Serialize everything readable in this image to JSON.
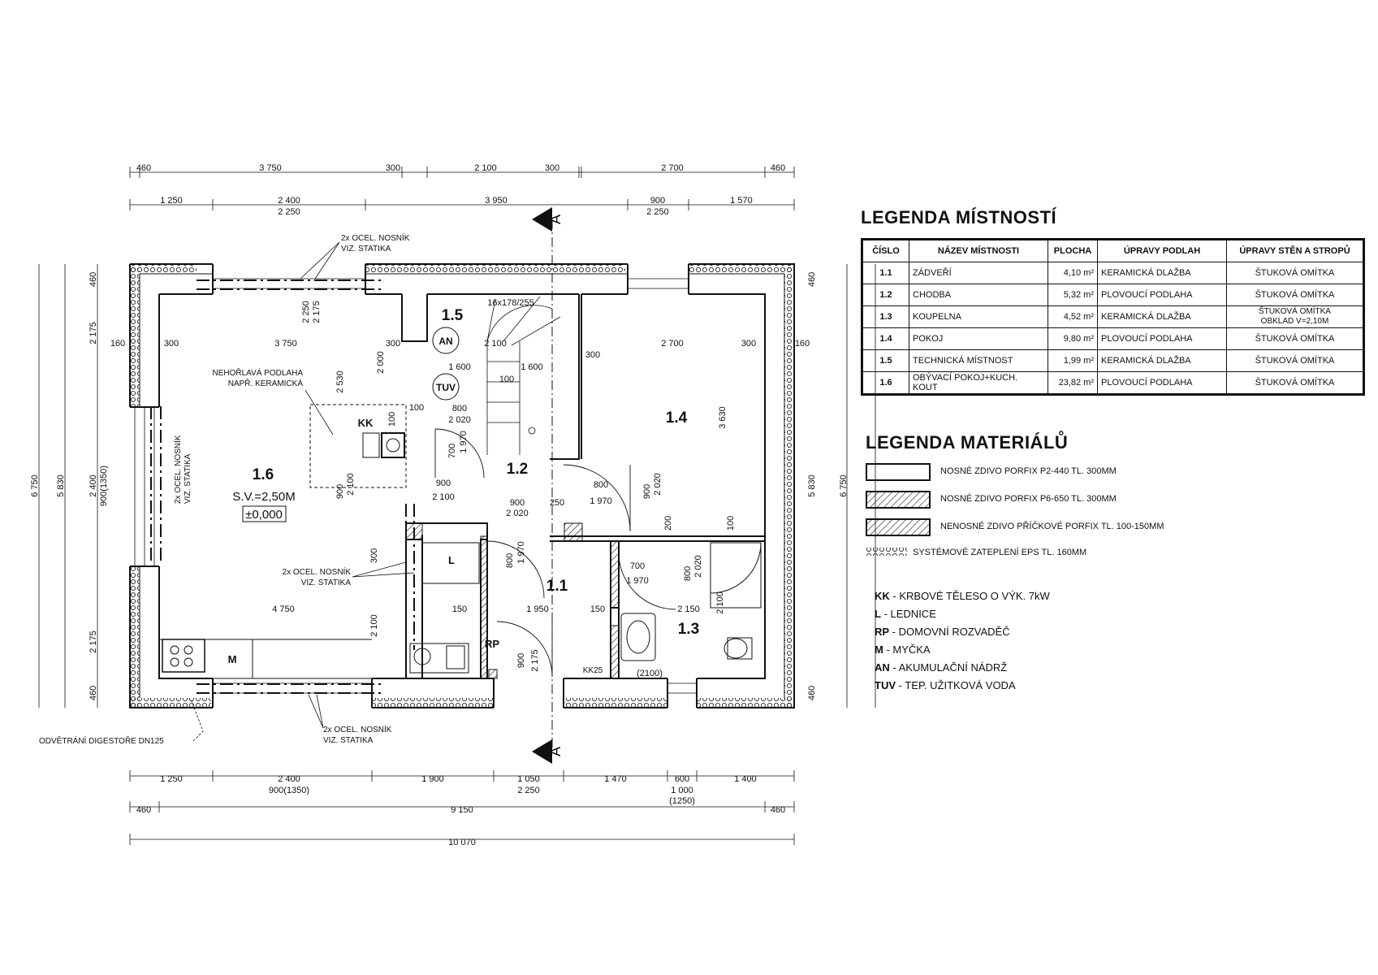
{
  "room_legend": {
    "title": "LEGENDA MÍSTNOSTÍ",
    "headers": [
      "ČÍSLO",
      "NÁZEV MÍSTNOSTI",
      "PLOCHA",
      "ÚPRAVY PODLAH",
      "ÚPRAVY STĚN A STROPŮ"
    ],
    "rows": [
      {
        "num": "1.1",
        "name": "ZÁDVEŘÍ",
        "area": "4,10 m²",
        "floor": "KERAMICKÁ DLAŽBA",
        "walls": "ŠTUKOVÁ OMÍTKA",
        "walls2": ""
      },
      {
        "num": "1.2",
        "name": "CHODBA",
        "area": "5,32 m²",
        "floor": "PLOVOUCÍ PODLAHA",
        "walls": "ŠTUKOVÁ OMÍTKA",
        "walls2": ""
      },
      {
        "num": "1.3",
        "name": "KOUPELNA",
        "area": "4,52 m²",
        "floor": "KERAMICKÁ DLAŽBA",
        "walls": "ŠTUKOVÁ OMÍTKA",
        "walls2": "OBKLAD V=2,10M"
      },
      {
        "num": "1.4",
        "name": "POKOJ",
        "area": "9,80 m²",
        "floor": "PLOVOUCÍ PODLAHA",
        "walls": "ŠTUKOVÁ OMÍTKA",
        "walls2": ""
      },
      {
        "num": "1.5",
        "name": "TECHNICKÁ MÍSTNOST",
        "area": "1,99 m²",
        "floor": "KERAMICKÁ DLAŽBA",
        "walls": "ŠTUKOVÁ OMÍTKA",
        "walls2": ""
      },
      {
        "num": "1.6",
        "name": "OBÝVACÍ POKOJ+KUCH. KOUT",
        "area": "23,82 m²",
        "floor": "PLOVOUCÍ PODLAHA",
        "walls": "ŠTUKOVÁ OMÍTKA",
        "walls2": ""
      }
    ]
  },
  "material_legend": {
    "title": "LEGENDA MATERIÁLŮ",
    "items": [
      {
        "text": "NOSNÉ ZDIVO PORFIX P2-440 TL. 300MM",
        "pattern": "empty"
      },
      {
        "text": "NOSNÉ ZDIVO PORFIX P6-650 TL. 300MM",
        "pattern": "hatch"
      },
      {
        "text": "NENOSNÉ ZDIVO PŘÍČKOVÉ PORFIX TL. 100-150MM",
        "pattern": "hatch"
      },
      {
        "text": "SYSTÉMOVÉ ZATEPLENÍ EPS TL. 160MM",
        "pattern": "insulation"
      }
    ]
  },
  "abbreviations": [
    {
      "code": "KK",
      "text": "KRBOVÉ TĚLESO O VÝK. 7kW"
    },
    {
      "code": "L",
      "text": "LEDNICE"
    },
    {
      "code": "RP",
      "text": "DOMOVNÍ ROZVADĚČ"
    },
    {
      "code": "M",
      "text": "MYČKA"
    },
    {
      "code": "AN",
      "text": "AKUMULAČNÍ NÁDRŽ"
    },
    {
      "code": "TUV",
      "text": "TEP. UŽITKOVÁ VODA"
    }
  ],
  "plan": {
    "rooms": {
      "r11": "1.1",
      "r12": "1.2",
      "r13": "1.3",
      "r14": "1.4",
      "r15": "1.5",
      "r16": "1.6",
      "level_note": "S.V.=2,50M",
      "level": "±0,000"
    },
    "equipment": {
      "kk": "KK",
      "l": "L",
      "m": "M",
      "rp": "RP",
      "an": "AN",
      "tuv": "TUV",
      "kk25": "KK25",
      "d2100": "(2100)"
    },
    "section_mark": "A",
    "stair_label": "16x178/255",
    "notes": {
      "beam_top": [
        "2x OCEL. NOSNÍK",
        "VIZ. STATIKA"
      ],
      "beam_left": [
        "2x OCEL. NOSNÍK",
        "VIZ. STATIKA"
      ],
      "beam_mid": [
        "2x OCEL. NOSNÍK",
        "VIZ. STATIKA"
      ],
      "beam_bottom": [
        "2x OCEL. NOSNÍK",
        "VIZ. STATIKA"
      ],
      "floor": [
        "NEHOŘLAVÁ PODLAHA",
        "NAPŘ. KERAMICKÁ"
      ],
      "vent": "ODVĚTRÁNÍ DIGESTOŘE DN125"
    },
    "dims": {
      "top1": [
        "460",
        "3 750",
        "300",
        "2 100",
        "300",
        "2 700",
        "460"
      ],
      "top2": [
        "1 250",
        "2 400",
        "3 950",
        "900",
        "1 570"
      ],
      "top2_sub": [
        "2 250",
        "2 250"
      ],
      "bot1": [
        "1 250",
        "2 400",
        "1 900",
        "1 050",
        "1 470",
        "600",
        "1 400"
      ],
      "bot1_sub": [
        "900(1350)",
        "2 250",
        "1 000",
        "(1250)"
      ],
      "bot2": [
        "460",
        "9 150",
        "460"
      ],
      "bot3": "10 070",
      "left_outer": "6 750",
      "left_mid": "5 830",
      "left_inner": [
        "460",
        "2 175",
        "2 400",
        "900(1350)",
        "2 175",
        "460"
      ],
      "right_inner": [
        "460",
        "5 830",
        "460"
      ],
      "right_outer": "6 750",
      "interior": {
        "i160a": "160",
        "i300a": "300",
        "i3750": "3 750",
        "i300b": "300",
        "i2100a": "2 100",
        "i300c": "300",
        "i2700": "2 700",
        "i300d": "300",
        "i160b": "160",
        "i2250": "2 250",
        "i2175": "2 175",
        "i2530": "2 530",
        "i2000": "2 000",
        "i1600a": "1 600",
        "i1600b": "1 600",
        "i100a": "100",
        "i100b": "100",
        "i100c": "100",
        "i800a": "800",
        "i2020a": "2 020",
        "i700a": "700",
        "i1970a": "1 970",
        "i900a": "900",
        "i2100b": "2 100",
        "i900b": "900",
        "i2100c": "2 100",
        "i900c": "900",
        "i2020b": "2 020",
        "i250": "250",
        "i800b": "800",
        "i1970b": "1 970",
        "i900d": "900",
        "i2020c": "2 020",
        "i3630": "3 630",
        "i200": "200",
        "i100d": "100",
        "i300e": "300",
        "i800c": "800",
        "i1970c": "1 970",
        "i700b": "700",
        "i1970d": "1 970",
        "i800d": "800",
        "i2020d": "2 020",
        "i2100d": "2 100",
        "i4750": "4 750",
        "i150a": "150",
        "i1950": "1 950",
        "i150b": "150",
        "i2150": "2 150",
        "i2100e": "2 100",
        "i900e": "900",
        "i2175b": "2 175"
      }
    }
  }
}
